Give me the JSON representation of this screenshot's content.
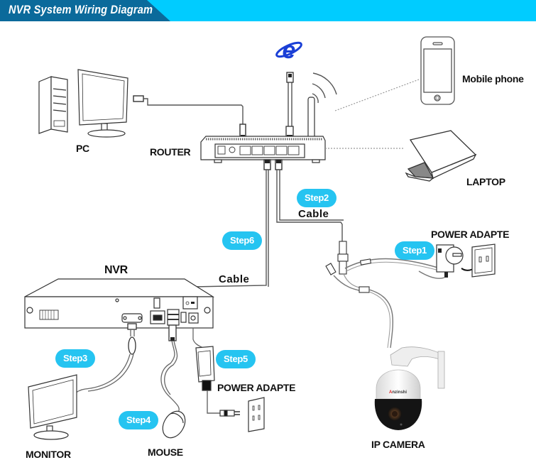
{
  "header": {
    "title": "NVR System Wiring Diagram",
    "colors": {
      "banner_light": "#00ccff",
      "banner_dark": "#0b6a9b"
    }
  },
  "devices": {
    "pc": "PC",
    "router": "ROUTER",
    "mobile_phone": "Mobile phone",
    "laptop": "LAPTOP",
    "nvr": "NVR",
    "monitor": "MONITOR",
    "mouse": "MOUSE",
    "ip_camera": "IP  CAMERA",
    "camera_power_adapter": "POWER ADAPTE",
    "nvr_power_adapter": "POWER ADAPTE"
  },
  "cables": {
    "router_to_camera": "Cable",
    "router_to_nvr": "Cable"
  },
  "steps": [
    {
      "id": 1,
      "label": "Step1",
      "target": "camera power adapter"
    },
    {
      "id": 2,
      "label": "Step2",
      "target": "router to camera cable"
    },
    {
      "id": 3,
      "label": "Step3",
      "target": "monitor"
    },
    {
      "id": 4,
      "label": "Step4",
      "target": "mouse"
    },
    {
      "id": 5,
      "label": "Step5",
      "target": "nvr power adapter"
    },
    {
      "id": 6,
      "label": "Step6",
      "target": "router to nvr cable"
    }
  ],
  "icons": {
    "internet": "internet-explorer-icon",
    "wifi": "wifi-signal-icon"
  },
  "colors": {
    "step_badge": "#25c4f1",
    "ie_blue": "#1a3fd6"
  }
}
